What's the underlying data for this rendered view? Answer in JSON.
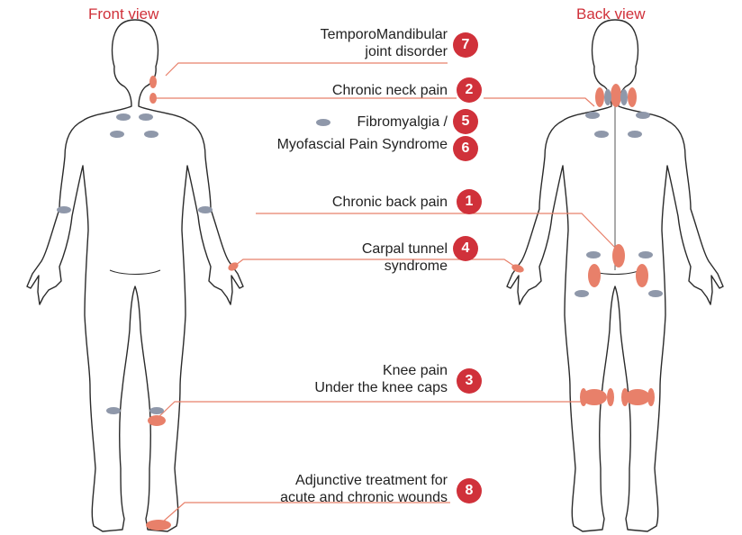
{
  "views": {
    "front": "Front view",
    "back": "Back view"
  },
  "conditions": [
    {
      "number": "7",
      "line1": "TemporoMandibular",
      "line2": "joint disorder"
    },
    {
      "number": "2",
      "line1": "Chronic neck pain"
    },
    {
      "number": "5",
      "line1": "Fibromyalgia /"
    },
    {
      "number": "6",
      "line1": "Myofascial Pain Syndrome"
    },
    {
      "number": "1",
      "line1": "Chronic back pain"
    },
    {
      "number": "4",
      "line1": "Carpal tunnel",
      "line2": "syndrome"
    },
    {
      "number": "3",
      "line1": "Knee pain",
      "line2": "Under the knee caps"
    },
    {
      "number": "8",
      "line1": "Adjunctive treatment for",
      "line2": "acute and chronic wounds"
    }
  ],
  "colors": {
    "accent": "#d0313a",
    "treatment_pad": "#e8806a",
    "tender_point": "#8f98aa",
    "outline": "#2b2b2b"
  }
}
